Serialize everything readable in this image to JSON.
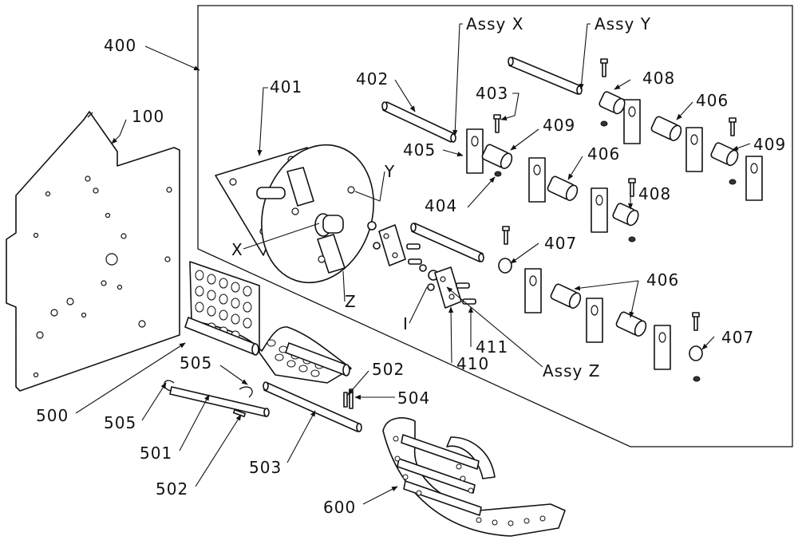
{
  "labels": {
    "l400": "400",
    "l100": "100",
    "l401": "401",
    "l402": "402",
    "l403": "403",
    "l404": "404",
    "l405": "405",
    "l406a": "406",
    "l406b": "406",
    "l406c": "406",
    "l407a": "407",
    "l407b": "407",
    "l408a": "408",
    "l408b": "408",
    "l409a": "409",
    "l409b": "409",
    "l410": "410",
    "l411": "411",
    "l500": "500",
    "l501": "501",
    "l502a": "502",
    "l502b": "502",
    "l503": "503",
    "l504": "504",
    "l505a": "505",
    "l505b": "505",
    "l600": "600",
    "assyX": "Assy X",
    "assyY": "Assy Y",
    "assyZ": "Assy Z",
    "axisX": "X",
    "axisY": "Y",
    "axisZ": "Z",
    "axisI": "I"
  }
}
